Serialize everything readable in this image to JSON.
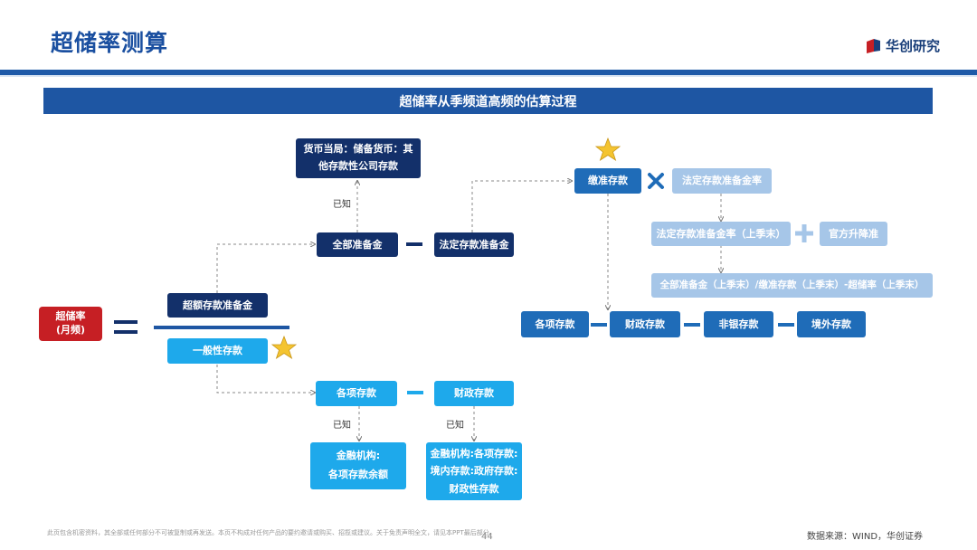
{
  "header": {
    "title": "超储率测算",
    "logo_text": "华创研究"
  },
  "banner": "超储率从季频道高频的估算过程",
  "nodes": {
    "excess_rate": "超储率\n(月频)",
    "excess_reserve": "超额存款准备金",
    "general_deposit": "一般性存款",
    "total_reserve": "全部准备金",
    "legal_reserve": "法定存款准备金",
    "monetary_authority": "货币当局：储备货币：其\n他存款性公司存款",
    "all_deposits_bottom": "各项存款",
    "fiscal_deposits_bottom": "财政存款",
    "fin_inst_deposits": "金融机构:\n各项存款余额",
    "fin_inst_breakdown": "金融机构:各项存款:\n境内存款:政府存款:\n财政性存款",
    "reserve_deposit": "缴准存款",
    "legal_ratio": "法定存款准备金率",
    "legal_ratio_prev": "法定存款准备金率（上季末）",
    "official_rrr_cut": "官方升降准",
    "formula_prev": "全部准备金（上季末）/缴准存款（上季末）-超储率（上季末）",
    "all_deposits_right": "各项存款",
    "fiscal_deposits_right": "财政存款",
    "nonbank_deposits": "非银存款",
    "overseas_deposits": "境外存款"
  },
  "labels": {
    "known_1": "已知",
    "known_2": "已知",
    "known_3": "已知"
  },
  "footer": {
    "disclaimer": "此页包含机密资料，其全部或任何部分不可被复制或再发送。本页不构成对任何产品的要约邀请或购买、招揽或建议。关于免责声明全文，请见本PPT最后部分。",
    "page_number": "44",
    "source": "数据来源：WIND，华创证券"
  },
  "colors": {
    "brand_blue": "#1e56a3",
    "navy": "#13306a",
    "mid_blue": "#1f6cb8",
    "cyan": "#1ea9eb",
    "light_blue": "#a6c6e8",
    "red": "#c61f24",
    "star": "#f4c430"
  }
}
